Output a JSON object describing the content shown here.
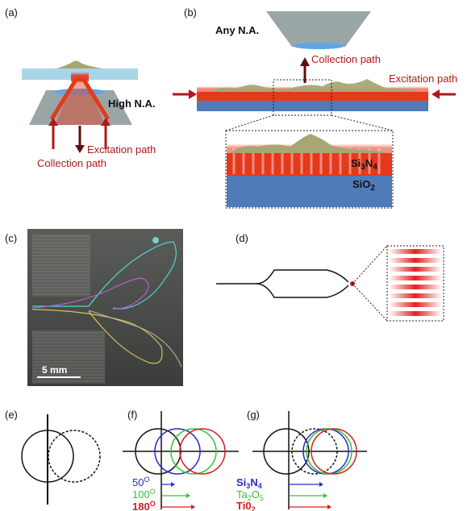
{
  "panels": {
    "a": {
      "tag": "(a)",
      "objective": "High N.A.",
      "excitation": "Excitation path",
      "collection": "Collection path"
    },
    "b": {
      "tag": "(b)",
      "objective": "Any N.A.",
      "collection": "Collection path",
      "excitation": "Excitation path",
      "core_a": "Si",
      "core_b": "3",
      "core_c": "N",
      "core_d": "4",
      "clad_a": "SiO",
      "clad_b": "2"
    },
    "c": {
      "tag": "(c)",
      "scale": "5 mm"
    },
    "d": {
      "tag": "(d)"
    },
    "e": {
      "tag": "(e)"
    },
    "f": {
      "tag": "(f)",
      "angles": [
        {
          "num": "50",
          "sup": "O",
          "color": "#2a2acb"
        },
        {
          "num": "100",
          "sup": "O",
          "color": "#38c238"
        },
        {
          "num": "180",
          "sup": "O",
          "color": "#d42020"
        }
      ]
    },
    "g": {
      "tag": "(g)",
      "materials": [
        {
          "a": "Si",
          "b": "3",
          "c": "N",
          "d": "4",
          "color": "#2a2acb"
        },
        {
          "a": "Ta",
          "b": "2",
          "c": "O",
          "d": "5",
          "color": "#38c238"
        },
        {
          "a": "Ti",
          "b": "0",
          "c": "2",
          "d": "",
          "color": "#d42020"
        }
      ]
    }
  },
  "colors": {
    "substrate": "#4f7bb8",
    "core": "#e5391c",
    "sample": "#a9a574",
    "glass": "#a8d6e6",
    "objective": "#9aa6a6",
    "path_red": "#b01818"
  }
}
